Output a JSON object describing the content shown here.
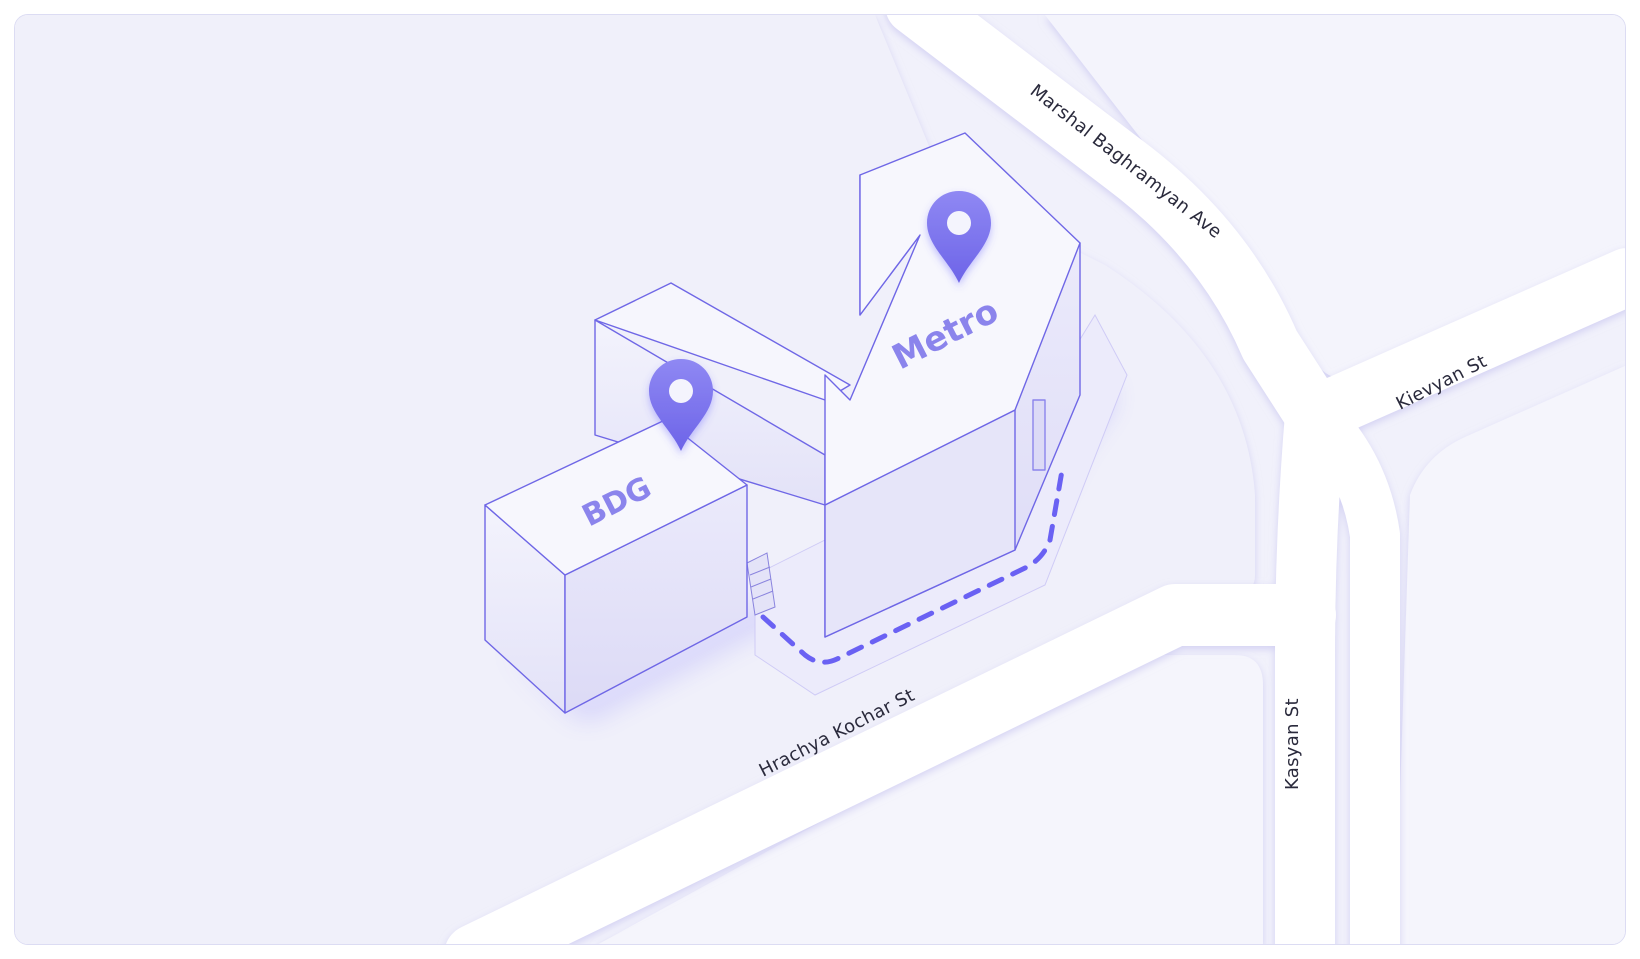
{
  "map": {
    "colors": {
      "accent": "#7d75ee",
      "accent_glow": "#5b52ff",
      "road": "#ffffff",
      "ground": "#f2f2fb",
      "building_outline": "#6f67e6"
    },
    "streets": [
      {
        "id": "marshal-baghramyan-ave",
        "label": "Marshal Baghramyan Ave"
      },
      {
        "id": "kievyan-st",
        "label": "Kievyan St"
      },
      {
        "id": "hrachya-kochar-st",
        "label": "Hrachya Kochar St"
      },
      {
        "id": "kasyan-st",
        "label": "Kasyan St"
      }
    ],
    "buildings": [
      {
        "id": "bdg",
        "label": "BDG",
        "icon": "location-pin-icon"
      },
      {
        "id": "metro",
        "label": "Metro",
        "icon": "location-pin-icon"
      }
    ],
    "route": {
      "style": "dashed",
      "from": "BDG",
      "to": "Metro"
    }
  }
}
